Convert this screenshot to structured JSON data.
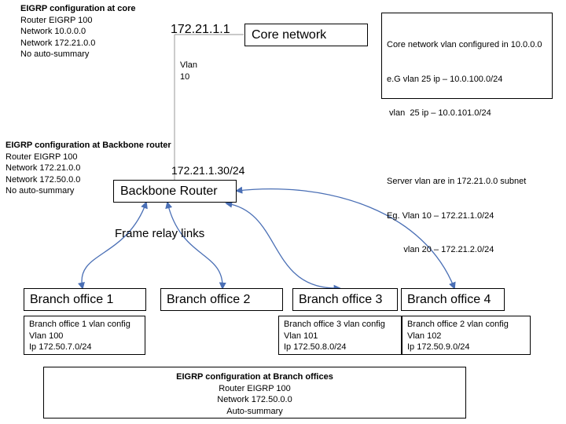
{
  "core_config": {
    "title": "EIGRP configuration at core",
    "lines": [
      "Router EIGRP 100",
      "Network 10.0.0.0",
      "Network 172.21.0.0",
      "No auto-summary"
    ]
  },
  "core_ip": "172.21.1.1",
  "core_node": {
    "label": "Core network"
  },
  "core_note": {
    "lines": [
      "Core network vlan configured in 10.0.0.0",
      "e.G vlan 25 ip – 10.0.100.0/24",
      " vlan  25 ip – 10.0.101.0/24",
      "",
      "Server vlan are in 172.21.0.0 subnet",
      "Eg. Vlan 10 – 172.21.1.0/24",
      "       vlan 20 – 172.21.2.0/24"
    ]
  },
  "vlan_label": [
    "Vlan",
    "10"
  ],
  "backbone_config": {
    "title": "EIGRP configuration at Backbone router",
    "lines": [
      "Router EIGRP 100",
      "Network 172.21.0.0",
      "Network 172.50.0.0",
      "No auto-summary"
    ]
  },
  "backbone_ip": "172.21.1.30/24",
  "backbone_node": {
    "label": "Backbone Router"
  },
  "frame_relay_label": "Frame relay links",
  "branches": [
    {
      "label": "Branch office 1"
    },
    {
      "label": "Branch office 2"
    },
    {
      "label": "Branch office 3"
    },
    {
      "label": "Branch office 4"
    }
  ],
  "branch_configs": [
    {
      "lines": [
        "Branch office 1 vlan config",
        "Vlan 100",
        "Ip 172.50.7.0/24"
      ]
    },
    {
      "lines": [
        "Branch office 3 vlan config",
        "Vlan 101",
        "Ip 172.50.8.0/24"
      ]
    },
    {
      "lines": [
        "Branch office 2 vlan config",
        "Vlan 102",
        "Ip 172.50.9.0/24"
      ]
    }
  ],
  "branch_eigrp": {
    "title": "EIGRP configuration at Branch offices",
    "lines": [
      "Router EIGRP 100",
      "Network 172.50.0.0",
      "Auto-summary"
    ]
  },
  "colors": {
    "link": "#4a6fb5",
    "trunk": "#a9a9a9"
  }
}
